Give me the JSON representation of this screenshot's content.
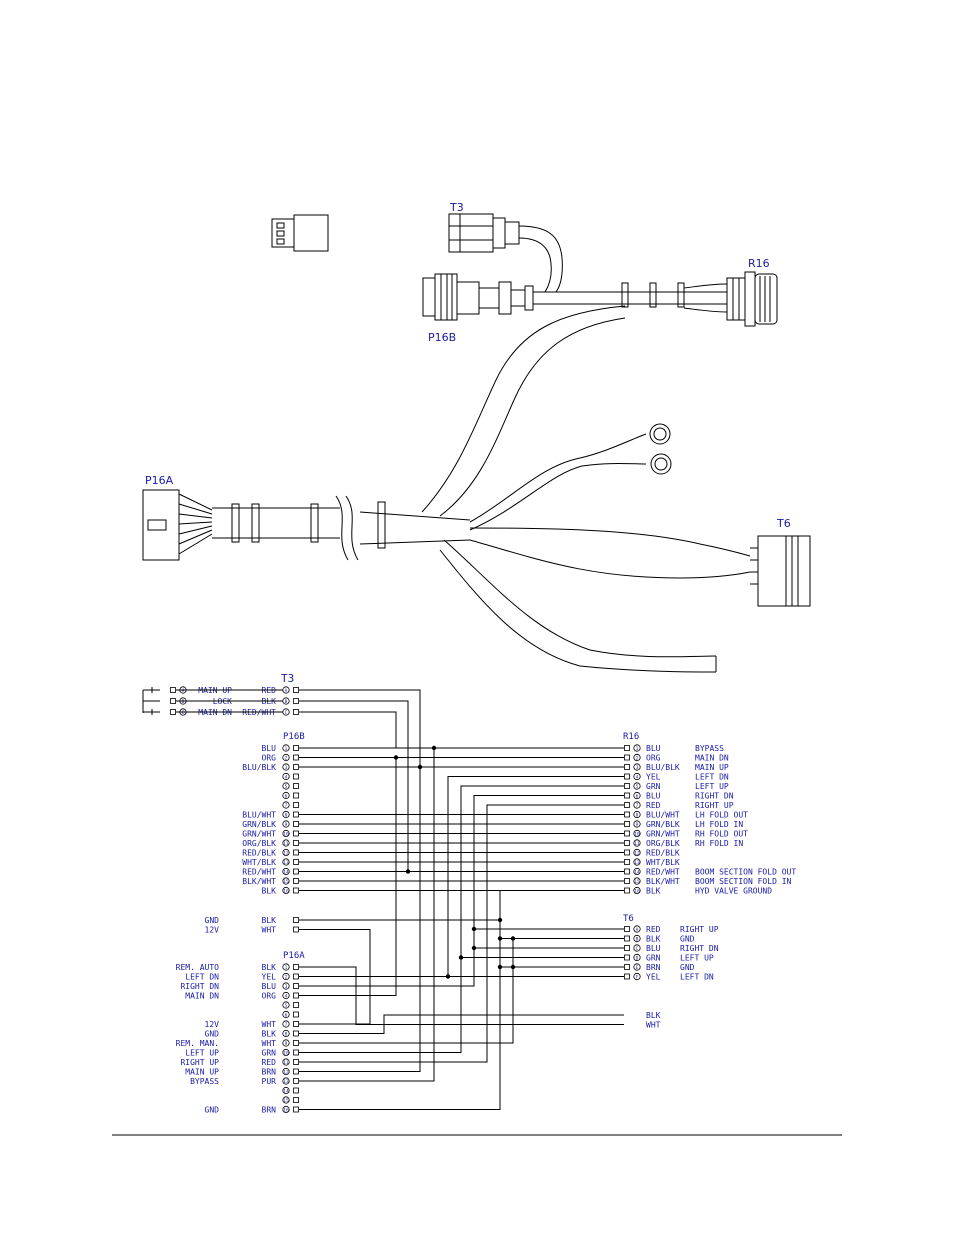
{
  "colors": {
    "ink": "#000000",
    "label": "#1a1aa6",
    "background": "#ffffff"
  },
  "connectors": {
    "t3": "T3",
    "p16b": "P16B",
    "r16": "R16",
    "p16a": "P16A",
    "t6": "T6"
  },
  "switch": {
    "rows": [
      {
        "pin": "A",
        "name": "MAIN UP"
      },
      {
        "pin": "B",
        "name": "LOCK"
      },
      {
        "pin": "C",
        "name": "MAIN DN"
      }
    ]
  },
  "t3": {
    "rows": [
      {
        "pin": "A",
        "color": "RED"
      },
      {
        "pin": "B",
        "color": "BLK"
      },
      {
        "pin": "C",
        "color": "RED/WHT"
      }
    ]
  },
  "p16b": {
    "rows": [
      {
        "pin": "1",
        "color": "BLU"
      },
      {
        "pin": "2",
        "color": "ORG"
      },
      {
        "pin": "3",
        "color": "BLU/BLK"
      },
      {
        "pin": "4",
        "color": ""
      },
      {
        "pin": "5",
        "color": ""
      },
      {
        "pin": "6",
        "color": ""
      },
      {
        "pin": "7",
        "color": ""
      },
      {
        "pin": "8",
        "color": "BLU/WHT"
      },
      {
        "pin": "9",
        "color": "GRN/BLK"
      },
      {
        "pin": "10",
        "color": "GRN/WHT"
      },
      {
        "pin": "11",
        "color": "ORG/BLK"
      },
      {
        "pin": "12",
        "color": "RED/BLK"
      },
      {
        "pin": "13",
        "color": "WHT/BLK"
      },
      {
        "pin": "14",
        "color": "RED/WHT"
      },
      {
        "pin": "15",
        "color": "BLK/WHT"
      },
      {
        "pin": "16",
        "color": "BLK"
      }
    ]
  },
  "r16": {
    "rows": [
      {
        "pin": "1",
        "color": "BLU",
        "func": "BYPASS"
      },
      {
        "pin": "2",
        "color": "ORG",
        "func": "MAIN DN"
      },
      {
        "pin": "3",
        "color": "BLU/BLK",
        "func": "MAIN UP"
      },
      {
        "pin": "4",
        "color": "YEL",
        "func": "LEFT DN"
      },
      {
        "pin": "5",
        "color": "GRN",
        "func": "LEFT UP"
      },
      {
        "pin": "6",
        "color": "BLU",
        "func": "RIGHT DN"
      },
      {
        "pin": "7",
        "color": "RED",
        "func": "RIGHT UP"
      },
      {
        "pin": "8",
        "color": "BLU/WHT",
        "func": "LH FOLD OUT"
      },
      {
        "pin": "9",
        "color": "GRN/BLK",
        "func": "LH FOLD IN"
      },
      {
        "pin": "10",
        "color": "GRN/WHT",
        "func": "RH FOLD OUT"
      },
      {
        "pin": "11",
        "color": "ORG/BLK",
        "func": "RH FOLD IN"
      },
      {
        "pin": "12",
        "color": "RED/BLK",
        "func": ""
      },
      {
        "pin": "13",
        "color": "WHT/BLK",
        "func": ""
      },
      {
        "pin": "14",
        "color": "RED/WHT",
        "func": "BOOM SECTION FOLD OUT"
      },
      {
        "pin": "15",
        "color": "BLK/WHT",
        "func": "BOOM SECTION FOLD IN"
      },
      {
        "pin": "16",
        "color": "BLK",
        "func": "HYD VALVE GROUND"
      }
    ]
  },
  "power": {
    "rows": [
      {
        "name": "GND",
        "color": "BLK"
      },
      {
        "name": "12V",
        "color": "WHT"
      }
    ]
  },
  "t6": {
    "rows": [
      {
        "pin": "A",
        "color": "RED",
        "func": "RIGHT UP"
      },
      {
        "pin": "B",
        "color": "BLK",
        "func": "GND"
      },
      {
        "pin": "C",
        "color": "BLU",
        "func": "RIGHT DN"
      },
      {
        "pin": "D",
        "color": "GRN",
        "func": "LEFT UP"
      },
      {
        "pin": "E",
        "color": "BRN",
        "func": "GND"
      },
      {
        "pin": "F",
        "color": "YEL",
        "func": "LEFT DN"
      }
    ]
  },
  "p16a": {
    "rows": [
      {
        "pin": "1",
        "color": "BLK",
        "name": "REM. AUTO"
      },
      {
        "pin": "2",
        "color": "YEL",
        "name": "LEFT DN"
      },
      {
        "pin": "3",
        "color": "BLU",
        "name": "RIGHT DN"
      },
      {
        "pin": "4",
        "color": "ORG",
        "name": "MAIN DN"
      },
      {
        "pin": "5",
        "color": "",
        "name": ""
      },
      {
        "pin": "6",
        "color": "",
        "name": ""
      },
      {
        "pin": "7",
        "color": "WHT",
        "name": "12V"
      },
      {
        "pin": "8",
        "color": "BLK",
        "name": "GND"
      },
      {
        "pin": "9",
        "color": "WHT",
        "name": "REM. MAN."
      },
      {
        "pin": "10",
        "color": "GRN",
        "name": "LEFT UP"
      },
      {
        "pin": "11",
        "color": "RED",
        "name": "RIGHT UP"
      },
      {
        "pin": "12",
        "color": "BRN",
        "name": "MAIN UP"
      },
      {
        "pin": "13",
        "color": "PUR",
        "name": "BYPASS"
      },
      {
        "pin": "14",
        "color": "",
        "name": ""
      },
      {
        "pin": "15",
        "color": "",
        "name": ""
      },
      {
        "pin": "16",
        "color": "BRN",
        "name": "GND"
      }
    ]
  },
  "ring_terminals": {
    "rows": [
      {
        "color": "BLK"
      },
      {
        "color": "WHT"
      }
    ]
  }
}
